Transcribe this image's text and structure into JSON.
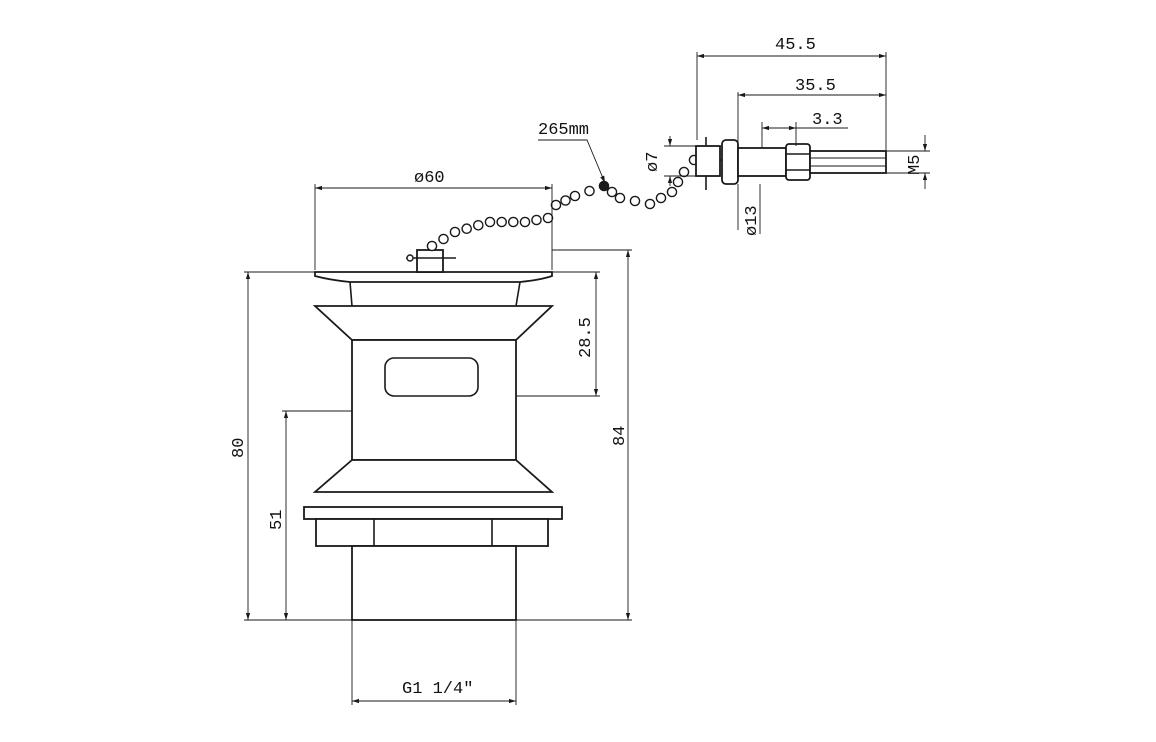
{
  "dimensions": {
    "overall_width_rod": "45.5",
    "rod_length": "35.5",
    "pin_offset": "3.3",
    "chain_length": "265mm",
    "pin_dia_small": "ø7",
    "flange_dia": "ø60",
    "pin_dia_large": "ø13",
    "thread": "M5",
    "height_80": "80",
    "height_84": "84",
    "height_51": "51",
    "height_28_5": "28.5",
    "bottom_thread": "G1 1/4″"
  },
  "colors": {
    "line": "#1a1a1a",
    "background": "#ffffff"
  }
}
